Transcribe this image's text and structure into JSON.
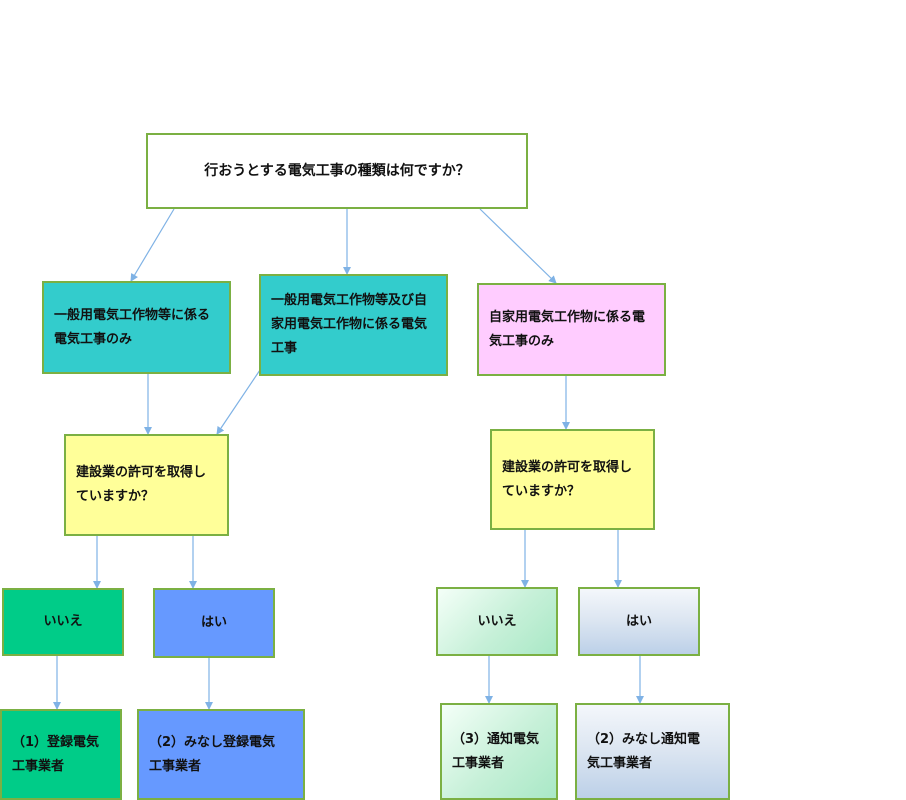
{
  "diagram": {
    "question": "行おうとする電気工事の種類は何ですか？",
    "categories": [
      {
        "id": "general",
        "label": "一般用電気工作物等に係る\n電気工事のみ"
      },
      {
        "id": "both",
        "label": "一般用電気工作物等及び自\n家用電気工作物に係る電気\n工事"
      },
      {
        "id": "private",
        "label": "自家用電気工作物に係る電\n気工事のみ"
      }
    ],
    "license_question_left": "建設業の許可を取得し\nていますか？",
    "license_question_right": "建設業の許可を取得し\nていますか？",
    "answers": {
      "left_no": "いいえ",
      "left_yes": "はい",
      "right_no": "いいえ",
      "right_yes": "はい"
    },
    "results": {
      "left_no": "（1）登録電気\n工事業者",
      "left_yes": "（2）みなし登録電気\n工事業者",
      "right_no": "（3）通知電気\n工事業者",
      "right_yes": "（2）みなし通知電\n気工事業者"
    },
    "colors": {
      "arrow": "#7fb2e5",
      "border": "#7bb043",
      "category_teal": "#33cccc",
      "category_pink": "#ffccff",
      "question_yellow": "#ffff99",
      "no_green": "#00cc88",
      "yes_blue": "#6699ff"
    }
  }
}
